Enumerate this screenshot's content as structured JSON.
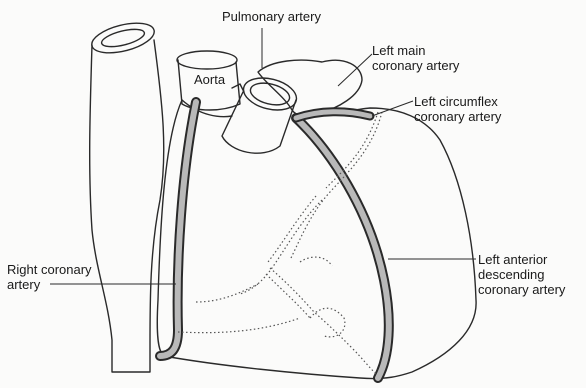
{
  "labels": {
    "pulmonary_artery": "Pulmonary artery",
    "aorta": "Aorta",
    "left_main": [
      "Left main",
      "coronary artery"
    ],
    "left_circumflex": [
      "Left circumflex",
      "coronary artery"
    ],
    "right_coronary": [
      "Right coronary",
      "artery"
    ],
    "left_anterior_descending": [
      "Left anterior",
      "descending",
      "coronary artery"
    ]
  },
  "colors": {
    "outline": "#2a2a2a",
    "artery_fill": "#b9b9b9",
    "background": "#fbfbfa"
  }
}
